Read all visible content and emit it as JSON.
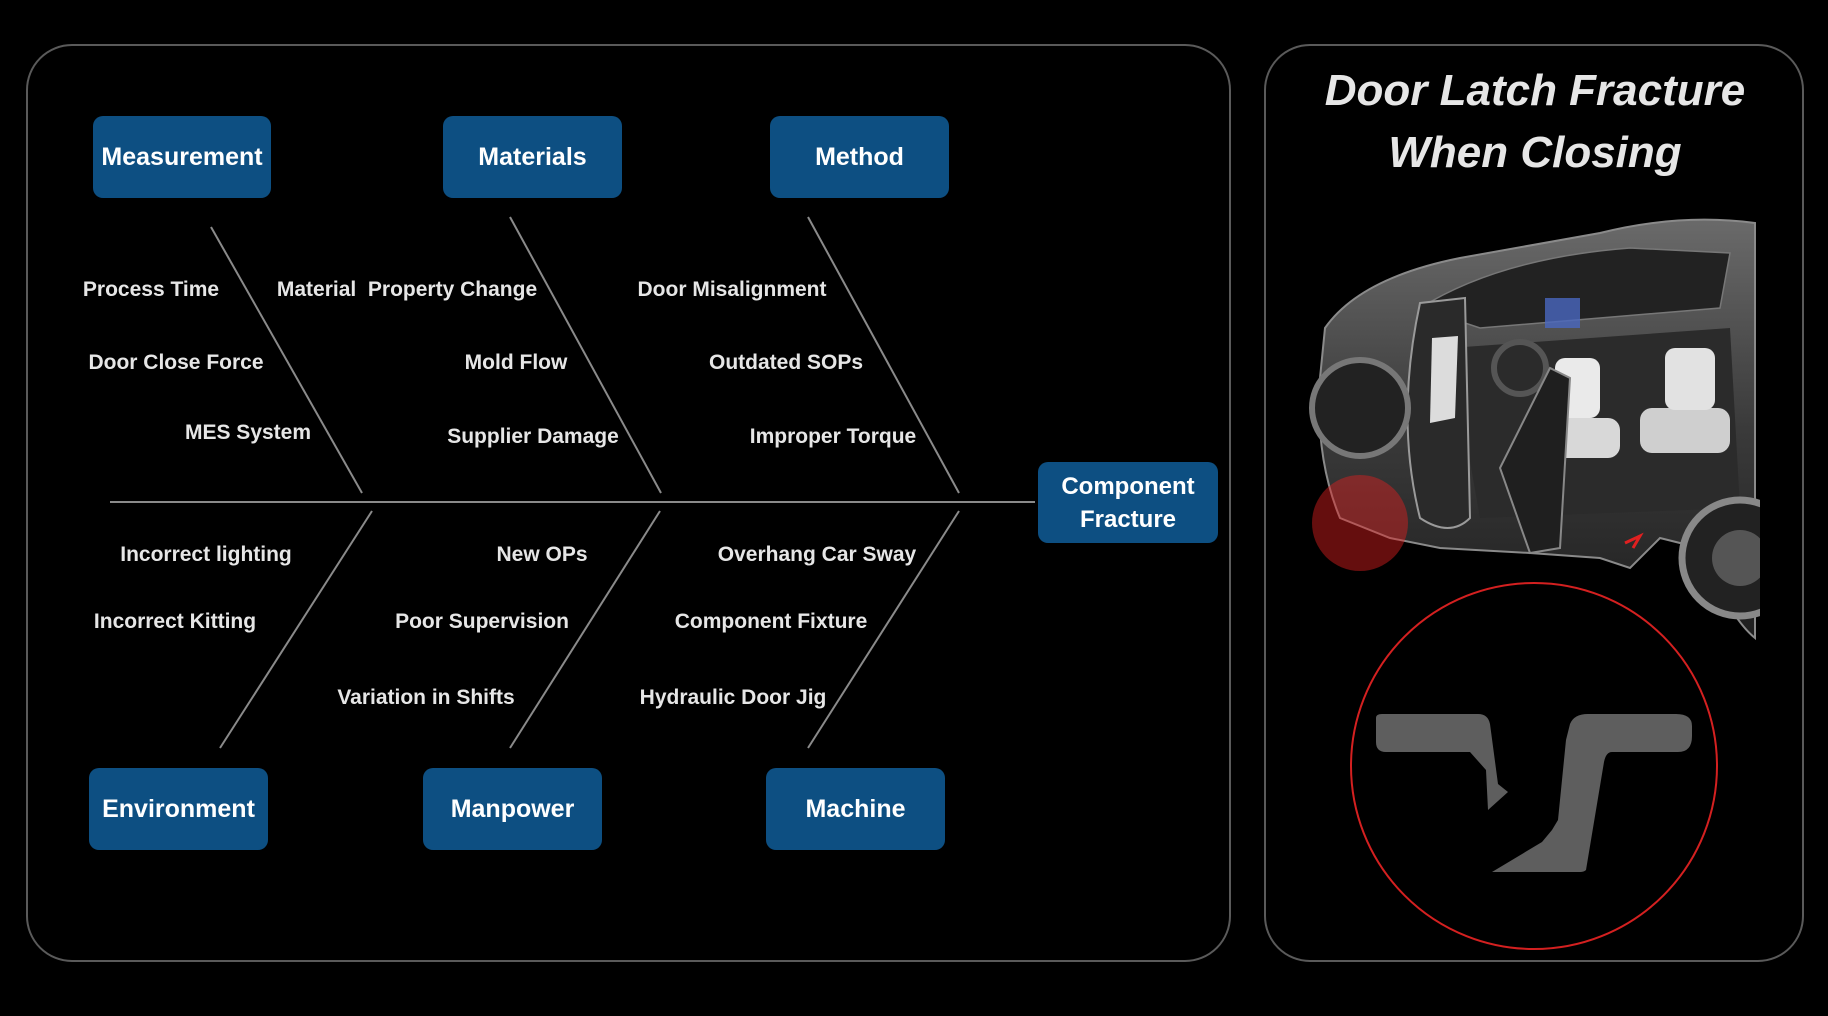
{
  "diagram": {
    "effect": {
      "line1": "Component",
      "line2": "Fracture"
    },
    "categories": {
      "measurement": "Measurement",
      "materials": "Materials",
      "method": "Method",
      "environment": "Environment",
      "manpower": "Manpower",
      "machine": "Machine"
    },
    "causes": {
      "measurement": [
        "Process Time",
        "Door Close Force",
        "MES System"
      ],
      "materials": [
        "Material  Property Change",
        "Mold Flow",
        "Supplier Damage"
      ],
      "method": [
        "Door Misalignment",
        "Outdated SOPs",
        "Improper Torque"
      ],
      "environment": [
        "Incorrect lighting",
        "Incorrect Kitting"
      ],
      "manpower": [
        "New OPs",
        "Poor Supervision",
        "Variation in Shifts"
      ],
      "machine": [
        "Overhang Car Sway",
        "Component Fixture",
        "Hydraulic Door Jig"
      ]
    }
  },
  "illustration": {
    "title_line1": "Door Latch Fracture",
    "title_line2": "When Closing",
    "colors": {
      "highlight": "#e02020",
      "box": "#0d4f82"
    }
  }
}
